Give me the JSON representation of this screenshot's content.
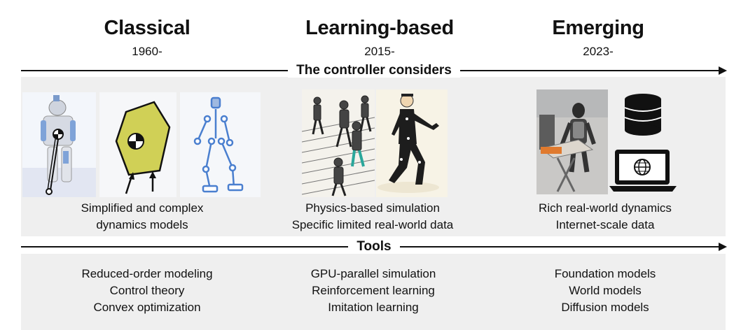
{
  "eras": [
    {
      "title": "Classical",
      "year": "1960-",
      "caption_lines": [
        "Simplified and complex",
        "dynamics models"
      ],
      "tools": [
        "Reduced-order modeling",
        "Control theory",
        "Convex optimization"
      ]
    },
    {
      "title": "Learning-based",
      "year": "2015-",
      "caption_lines": [
        "Physics-based simulation",
        "Specific limited real-world data"
      ],
      "tools": [
        "GPU-parallel simulation",
        "Reinforcement learning",
        "Imitation learning"
      ]
    },
    {
      "title": "Emerging",
      "year": "2023-",
      "caption_lines": [
        "Rich real-world dynamics",
        "Internet-scale data"
      ],
      "tools": [
        "Foundation models",
        "World models",
        "Diffusion models"
      ]
    }
  ],
  "arrows": {
    "controller": "The controller considers",
    "tools": "Tools"
  },
  "colors": {
    "band": "#efefef",
    "polygon": "#c9c93a",
    "robot_blue": "#5a8fd6"
  }
}
